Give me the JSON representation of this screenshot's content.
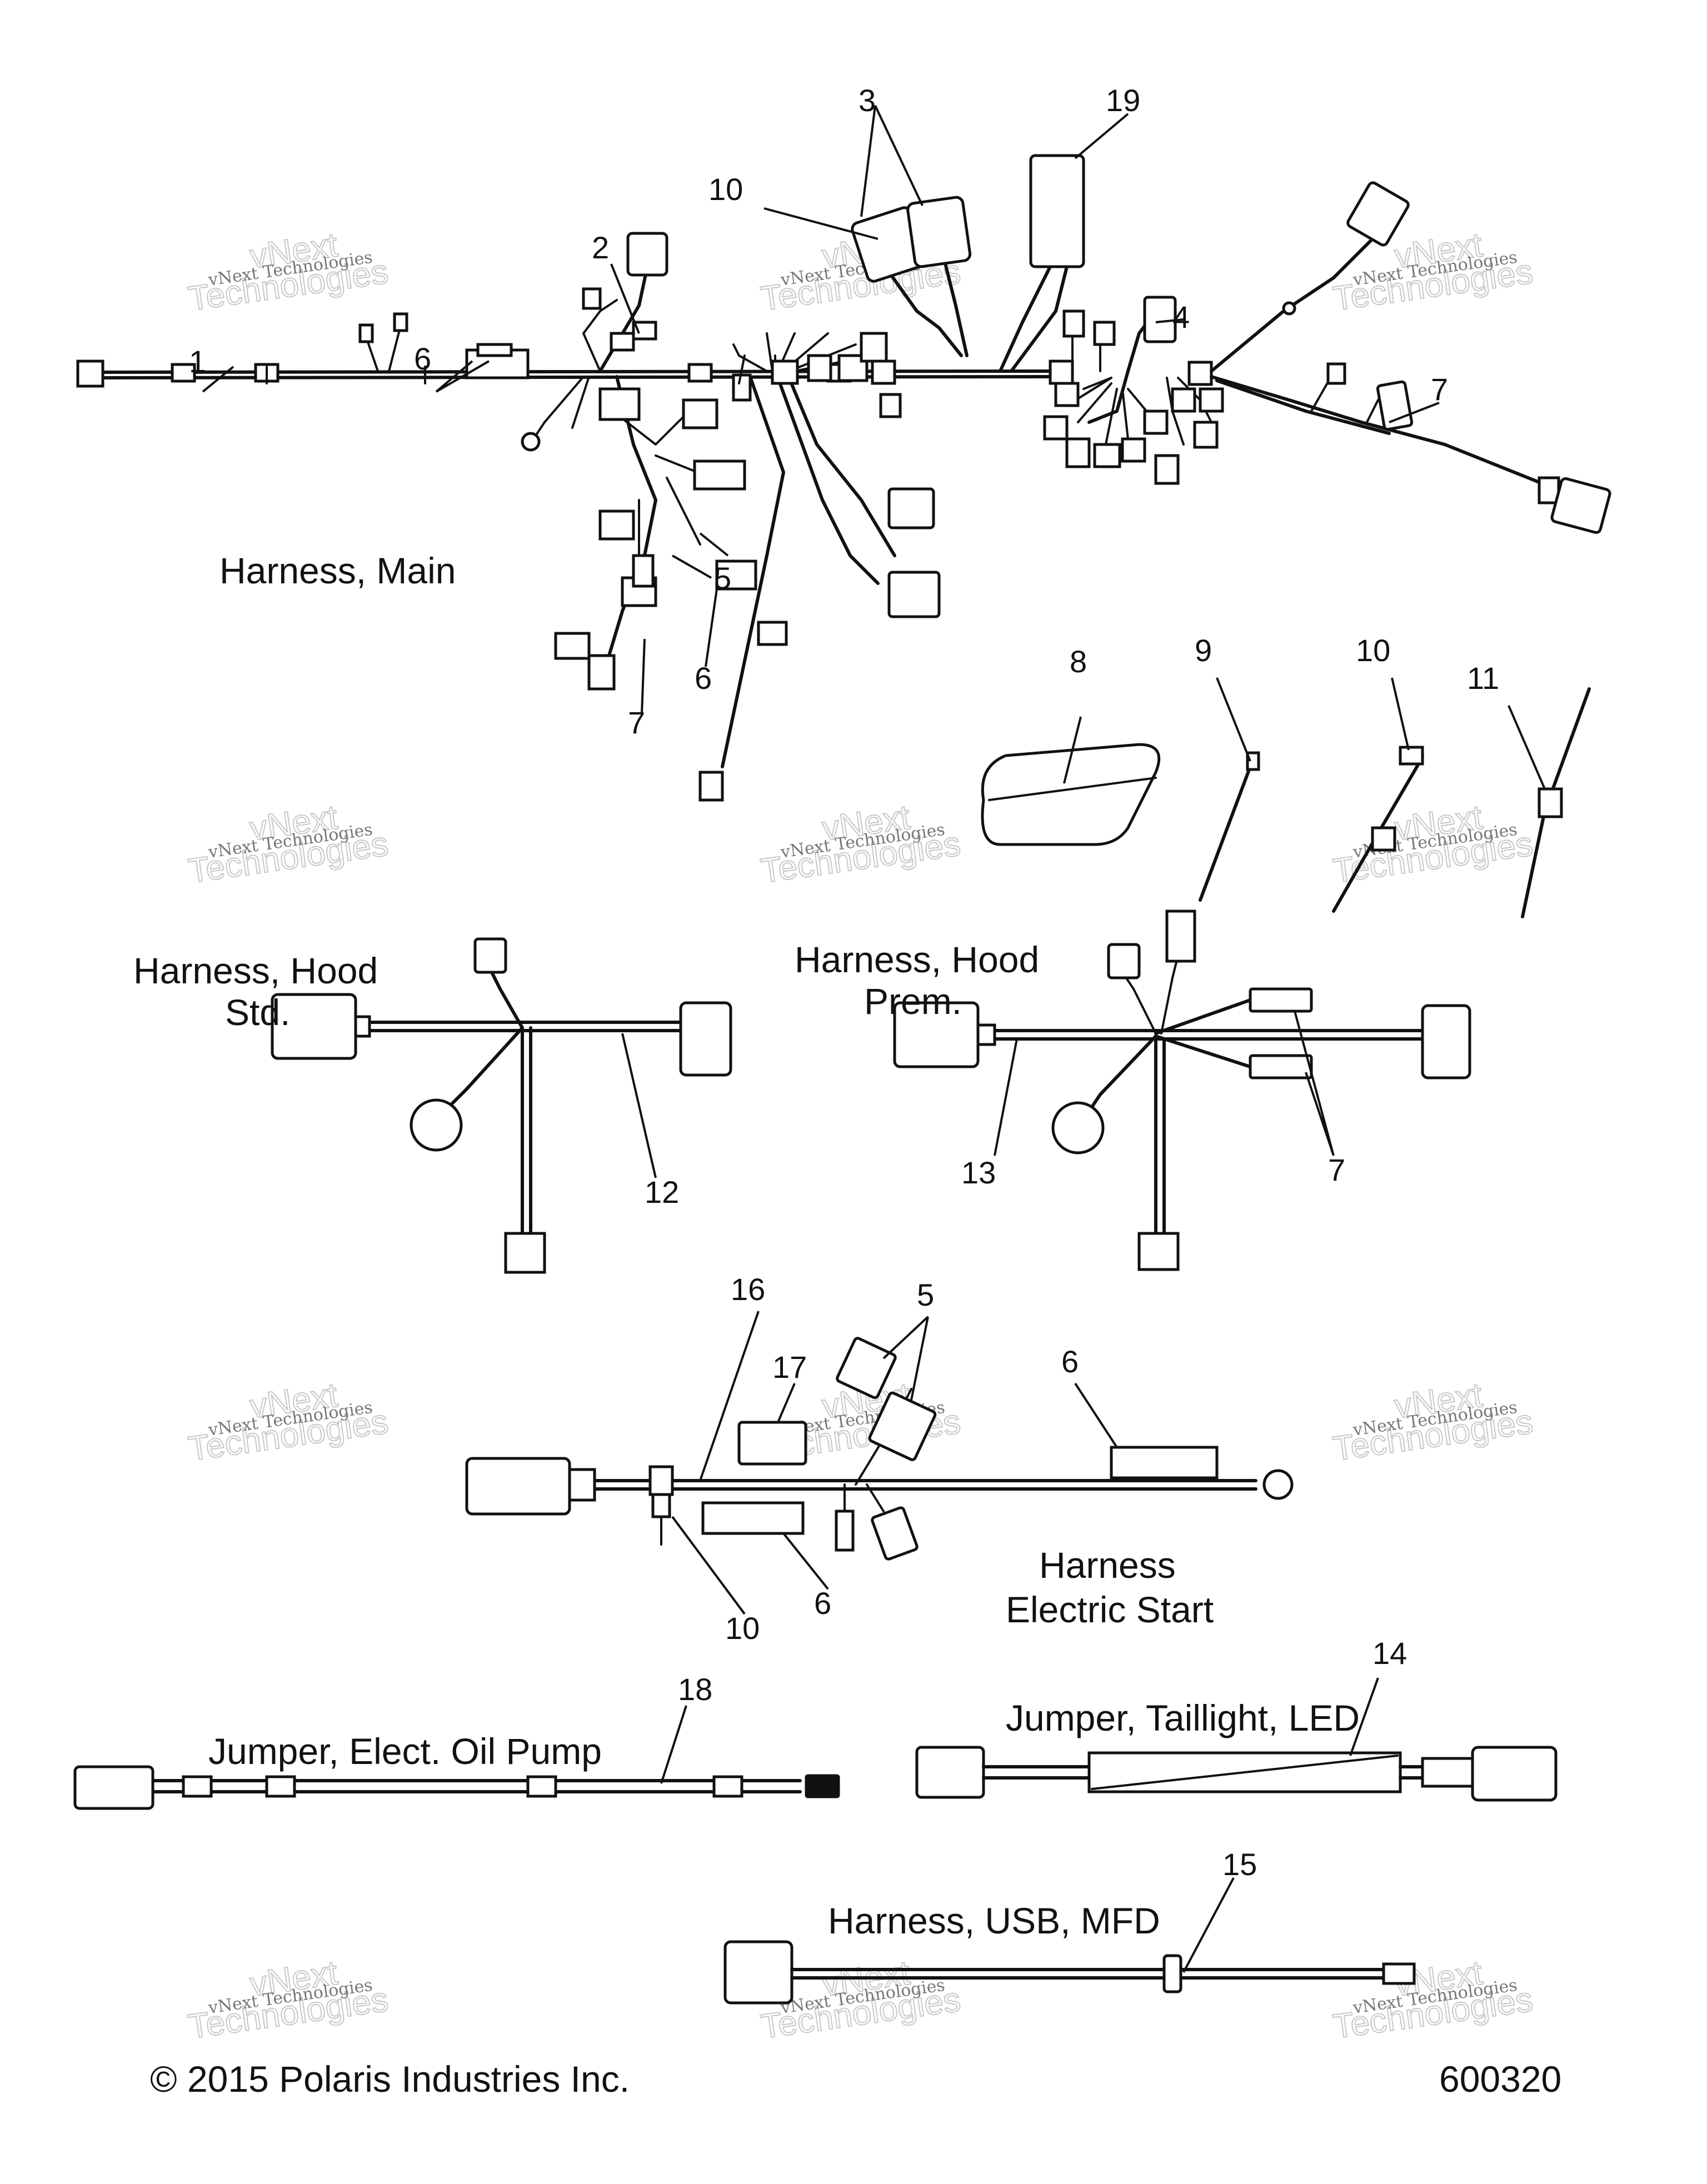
{
  "titles": {
    "main": "Harness, Main",
    "hood_std_1": "Harness, Hood",
    "hood_std_2": "Std.",
    "hood_prem_1": "Harness, Hood",
    "hood_prem_2": "Prem.",
    "electric_start_1": "Harness",
    "electric_start_2": "Electric Start",
    "oil_pump": "Jumper, Elect. Oil Pump",
    "taillight": "Jumper, Taillight, LED",
    "usb": "Harness, USB, MFD"
  },
  "callouts": {
    "main_1": "1",
    "main_2": "2",
    "main_3": "3",
    "main_4": "4",
    "main_5": "5",
    "main_6a": "6",
    "main_6b": "6",
    "main_7a": "7",
    "main_7b": "7",
    "main_10": "10",
    "main_19": "19",
    "part_8": "8",
    "part_9": "9",
    "part_10": "10",
    "part_11": "11",
    "hood_12": "12",
    "hood_13": "13",
    "hood_7": "7",
    "es_16": "16",
    "es_17": "17",
    "es_5": "5",
    "es_6a": "6",
    "es_6b": "6",
    "es_10": "10",
    "oil_18": "18",
    "tail_14": "14",
    "usb_15": "15"
  },
  "watermark": {
    "small": "vNext Technologies",
    "big_1": "vNext",
    "big_2": "Technologies"
  },
  "footer": {
    "copyright": "© 2015 Polaris Industries Inc.",
    "figure_id": "600320"
  }
}
